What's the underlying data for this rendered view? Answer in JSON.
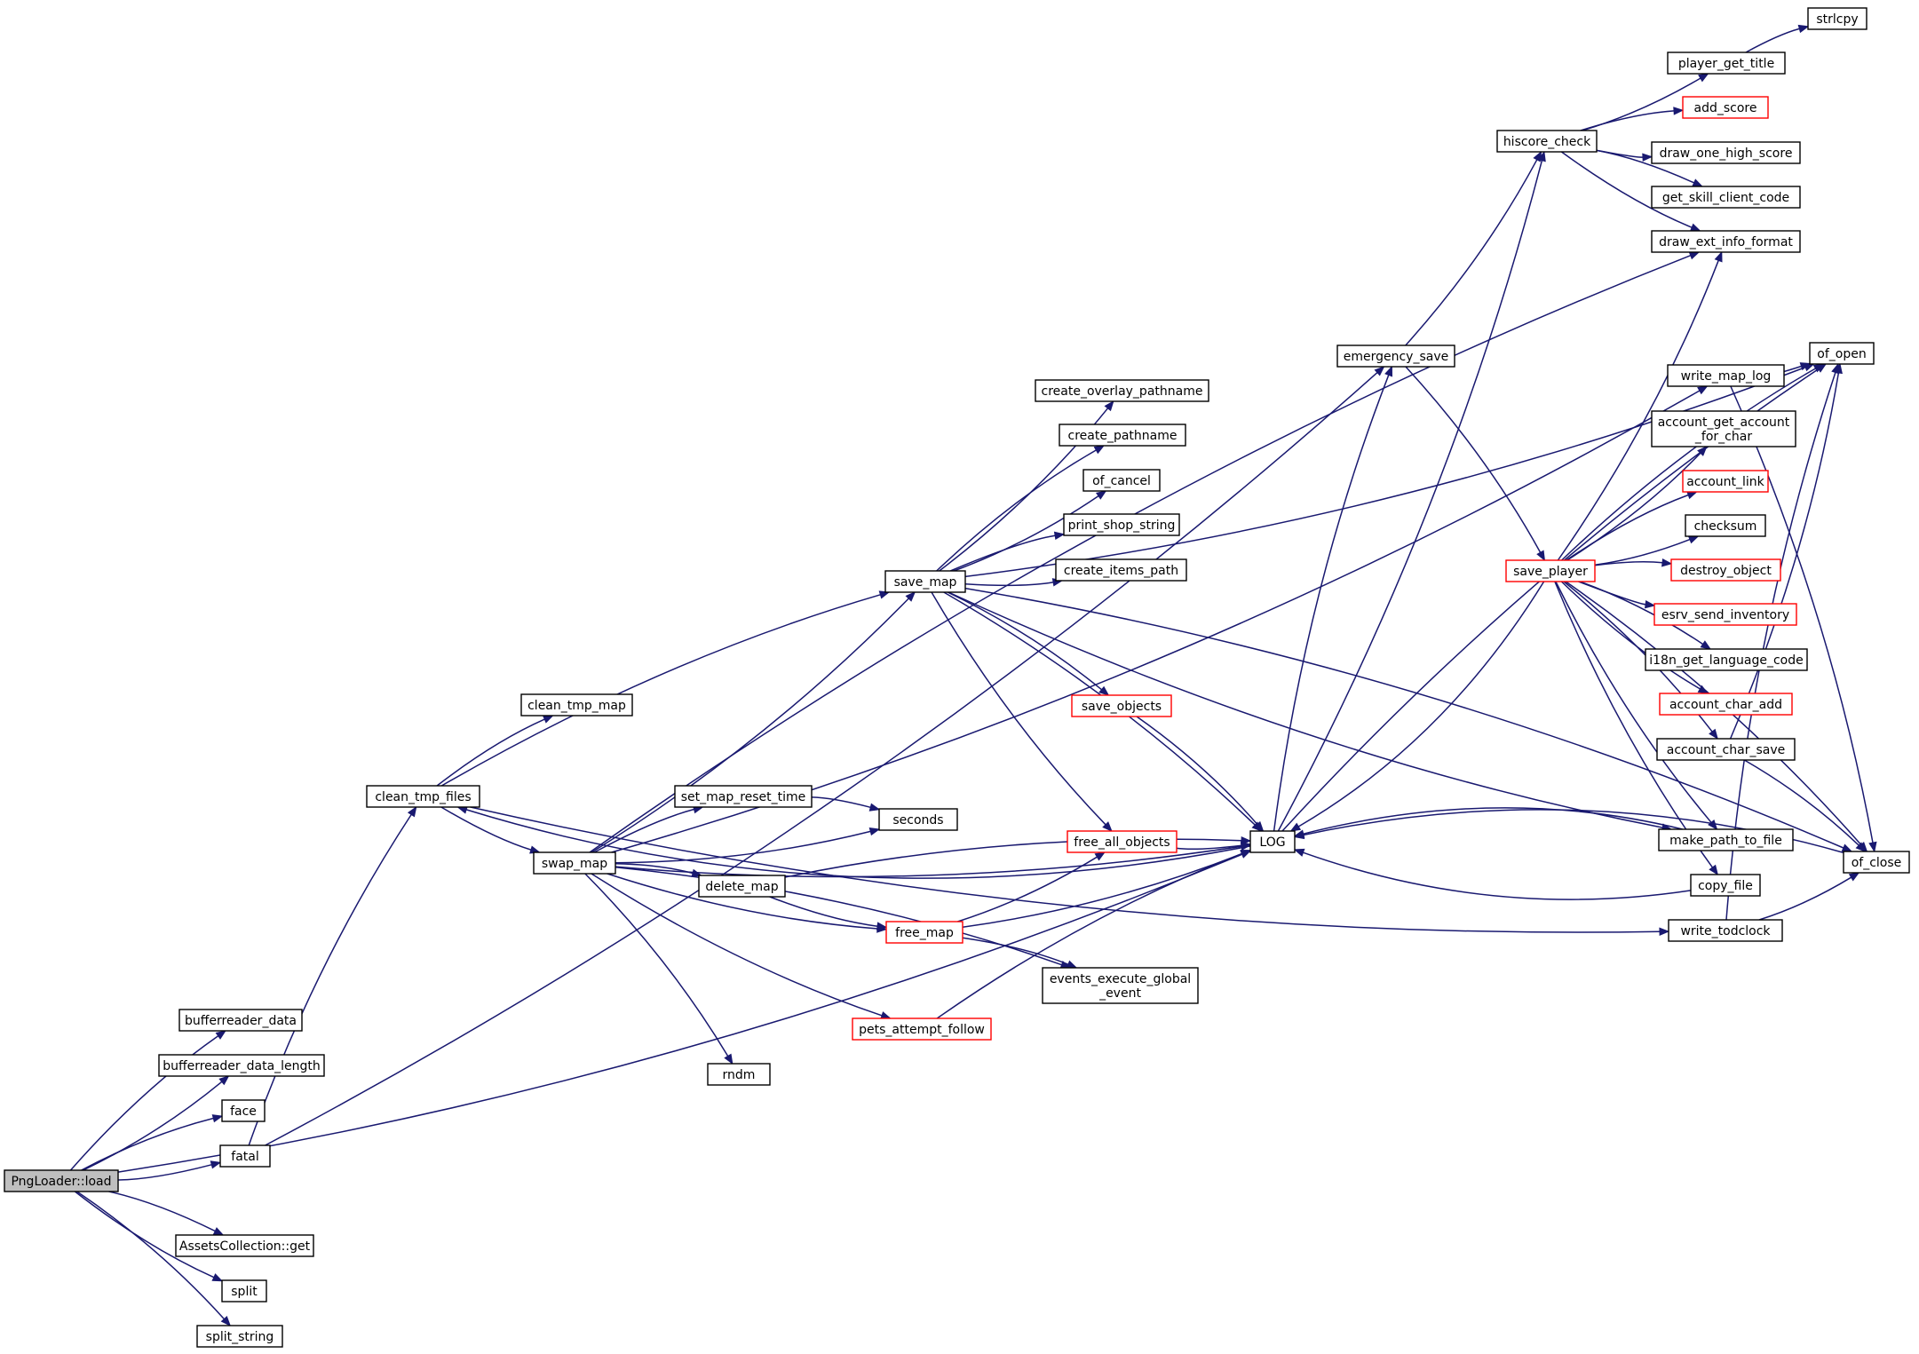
{
  "graph": {
    "kind": "call-graph",
    "colors": {
      "edge": "#191970",
      "node_border": "#000000",
      "truncated_border": "#ff0000",
      "root_fill": "#bfbfbf",
      "background": "#ffffff"
    },
    "nodes": [
      {
        "id": "load",
        "label": [
          "PngLoader::load"
        ],
        "style": "root"
      },
      {
        "id": "brdata",
        "label": [
          "bufferreader_data"
        ],
        "style": "normal"
      },
      {
        "id": "brlen",
        "label": [
          "bufferreader_data_length"
        ],
        "style": "normal"
      },
      {
        "id": "face",
        "label": [
          "face"
        ],
        "style": "normal"
      },
      {
        "id": "fatal",
        "label": [
          "fatal"
        ],
        "style": "normal"
      },
      {
        "id": "acget",
        "label": [
          "AssetsCollection::get"
        ],
        "style": "normal"
      },
      {
        "id": "split",
        "label": [
          "split"
        ],
        "style": "normal"
      },
      {
        "id": "splitstr",
        "label": [
          "split_string"
        ],
        "style": "normal"
      },
      {
        "id": "cleantmpfiles",
        "label": [
          "clean_tmp_files"
        ],
        "style": "normal"
      },
      {
        "id": "cleantmpmap",
        "label": [
          "clean_tmp_map"
        ],
        "style": "normal"
      },
      {
        "id": "swapmap",
        "label": [
          "swap_map"
        ],
        "style": "normal"
      },
      {
        "id": "savemap",
        "label": [
          "save_map"
        ],
        "style": "normal"
      },
      {
        "id": "setreset",
        "label": [
          "set_map_reset_time"
        ],
        "style": "normal"
      },
      {
        "id": "seconds",
        "label": [
          "seconds"
        ],
        "style": "normal"
      },
      {
        "id": "deletemap",
        "label": [
          "delete_map"
        ],
        "style": "normal"
      },
      {
        "id": "freemap",
        "label": [
          "free_map"
        ],
        "style": "truncated"
      },
      {
        "id": "events",
        "label": [
          "events_execute_global",
          "_event"
        ],
        "style": "normal"
      },
      {
        "id": "pets",
        "label": [
          "pets_attempt_follow"
        ],
        "style": "truncated"
      },
      {
        "id": "rndm",
        "label": [
          "rndm"
        ],
        "style": "normal"
      },
      {
        "id": "createoverlay",
        "label": [
          "create_overlay_pathname"
        ],
        "style": "normal"
      },
      {
        "id": "createpath",
        "label": [
          "create_pathname"
        ],
        "style": "normal"
      },
      {
        "id": "ofcancel",
        "label": [
          "of_cancel"
        ],
        "style": "normal"
      },
      {
        "id": "printshop",
        "label": [
          "print_shop_string"
        ],
        "style": "normal"
      },
      {
        "id": "createitems",
        "label": [
          "create_items_path"
        ],
        "style": "normal"
      },
      {
        "id": "saveobjects",
        "label": [
          "save_objects"
        ],
        "style": "truncated"
      },
      {
        "id": "freeall",
        "label": [
          "free_all_objects"
        ],
        "style": "truncated"
      },
      {
        "id": "log",
        "label": [
          "LOG"
        ],
        "style": "normal"
      },
      {
        "id": "emergency",
        "label": [
          "emergency_save"
        ],
        "style": "normal"
      },
      {
        "id": "hiscore",
        "label": [
          "hiscore_check"
        ],
        "style": "normal"
      },
      {
        "id": "saveplayer",
        "label": [
          "save_player"
        ],
        "style": "truncated"
      },
      {
        "id": "strlcpy",
        "label": [
          "strlcpy"
        ],
        "style": "normal"
      },
      {
        "id": "playertitle",
        "label": [
          "player_get_title"
        ],
        "style": "normal"
      },
      {
        "id": "addscore",
        "label": [
          "add_score"
        ],
        "style": "truncated"
      },
      {
        "id": "drawone",
        "label": [
          "draw_one_high_score"
        ],
        "style": "normal"
      },
      {
        "id": "getskill",
        "label": [
          "get_skill_client_code"
        ],
        "style": "normal"
      },
      {
        "id": "drawext",
        "label": [
          "draw_ext_info_format"
        ],
        "style": "normal"
      },
      {
        "id": "writemaplog",
        "label": [
          "write_map_log"
        ],
        "style": "normal"
      },
      {
        "id": "ofopen",
        "label": [
          "of_open"
        ],
        "style": "normal"
      },
      {
        "id": "accgetacc",
        "label": [
          "account_get_account",
          "_for_char"
        ],
        "style": "normal"
      },
      {
        "id": "acclink",
        "label": [
          "account_link"
        ],
        "style": "truncated"
      },
      {
        "id": "checksum",
        "label": [
          "checksum"
        ],
        "style": "normal"
      },
      {
        "id": "destroy",
        "label": [
          "destroy_object"
        ],
        "style": "truncated"
      },
      {
        "id": "esrv",
        "label": [
          "esrv_send_inventory"
        ],
        "style": "truncated"
      },
      {
        "id": "i18n",
        "label": [
          "i18n_get_language_code"
        ],
        "style": "normal"
      },
      {
        "id": "accadd",
        "label": [
          "account_char_add"
        ],
        "style": "truncated"
      },
      {
        "id": "accsave",
        "label": [
          "account_char_save"
        ],
        "style": "normal"
      },
      {
        "id": "makepath",
        "label": [
          "make_path_to_file"
        ],
        "style": "normal"
      },
      {
        "id": "ofclose",
        "label": [
          "of_close"
        ],
        "style": "normal"
      },
      {
        "id": "copyfile",
        "label": [
          "copy_file"
        ],
        "style": "normal"
      },
      {
        "id": "writetod",
        "label": [
          "write_todclock"
        ],
        "style": "normal"
      }
    ],
    "edges": [
      [
        "load",
        "brdata"
      ],
      [
        "load",
        "brlen"
      ],
      [
        "load",
        "face"
      ],
      [
        "load",
        "fatal"
      ],
      [
        "load",
        "acget"
      ],
      [
        "load",
        "split"
      ],
      [
        "load",
        "splitstr"
      ],
      [
        "load",
        "log"
      ],
      [
        "fatal",
        "cleantmpfiles"
      ],
      [
        "fatal",
        "emergency"
      ],
      [
        "cleantmpfiles",
        "cleantmpmap"
      ],
      [
        "cleantmpfiles",
        "swapmap"
      ],
      [
        "cleantmpfiles",
        "savemap"
      ],
      [
        "cleantmpfiles",
        "writetod"
      ],
      [
        "log",
        "cleantmpfiles"
      ],
      [
        "swapmap",
        "savemap"
      ],
      [
        "swapmap",
        "setreset"
      ],
      [
        "swapmap",
        "seconds"
      ],
      [
        "swapmap",
        "deletemap"
      ],
      [
        "swapmap",
        "freemap"
      ],
      [
        "swapmap",
        "events"
      ],
      [
        "swapmap",
        "pets"
      ],
      [
        "swapmap",
        "rndm"
      ],
      [
        "swapmap",
        "log"
      ],
      [
        "swapmap",
        "drawext"
      ],
      [
        "swapmap",
        "writemaplog"
      ],
      [
        "setreset",
        "seconds"
      ],
      [
        "deletemap",
        "freemap"
      ],
      [
        "deletemap",
        "log"
      ],
      [
        "freemap",
        "freeall"
      ],
      [
        "freemap",
        "events"
      ],
      [
        "freemap",
        "log"
      ],
      [
        "pets",
        "log"
      ],
      [
        "savemap",
        "createoverlay"
      ],
      [
        "savemap",
        "createpath"
      ],
      [
        "savemap",
        "ofcancel"
      ],
      [
        "savemap",
        "printshop"
      ],
      [
        "savemap",
        "createitems"
      ],
      [
        "savemap",
        "saveobjects"
      ],
      [
        "savemap",
        "freeall"
      ],
      [
        "savemap",
        "log"
      ],
      [
        "savemap",
        "makepath"
      ],
      [
        "savemap",
        "ofclose"
      ],
      [
        "savemap",
        "ofopen"
      ],
      [
        "saveobjects",
        "log"
      ],
      [
        "freeall",
        "log"
      ],
      [
        "log",
        "emergency"
      ],
      [
        "log",
        "hiscore"
      ],
      [
        "log",
        "ofopen"
      ],
      [
        "emergency",
        "hiscore"
      ],
      [
        "emergency",
        "saveplayer"
      ],
      [
        "hiscore",
        "playertitle"
      ],
      [
        "hiscore",
        "addscore"
      ],
      [
        "hiscore",
        "drawone"
      ],
      [
        "hiscore",
        "getskill"
      ],
      [
        "hiscore",
        "drawext"
      ],
      [
        "playertitle",
        "strlcpy"
      ],
      [
        "saveplayer",
        "drawext"
      ],
      [
        "saveplayer",
        "ofopen"
      ],
      [
        "saveplayer",
        "accgetacc"
      ],
      [
        "saveplayer",
        "acclink"
      ],
      [
        "saveplayer",
        "checksum"
      ],
      [
        "saveplayer",
        "destroy"
      ],
      [
        "saveplayer",
        "esrv"
      ],
      [
        "saveplayer",
        "i18n"
      ],
      [
        "saveplayer",
        "accadd"
      ],
      [
        "saveplayer",
        "accsave"
      ],
      [
        "saveplayer",
        "makepath"
      ],
      [
        "saveplayer",
        "ofclose"
      ],
      [
        "saveplayer",
        "copyfile"
      ],
      [
        "saveplayer",
        "log"
      ],
      [
        "writemaplog",
        "ofopen"
      ],
      [
        "writemaplog",
        "ofclose"
      ],
      [
        "accsave",
        "ofopen"
      ],
      [
        "accsave",
        "ofclose"
      ],
      [
        "makepath",
        "log"
      ],
      [
        "copyfile",
        "log"
      ],
      [
        "ofclose",
        "log"
      ],
      [
        "writetod",
        "ofopen"
      ],
      [
        "writetod",
        "ofclose"
      ]
    ]
  }
}
